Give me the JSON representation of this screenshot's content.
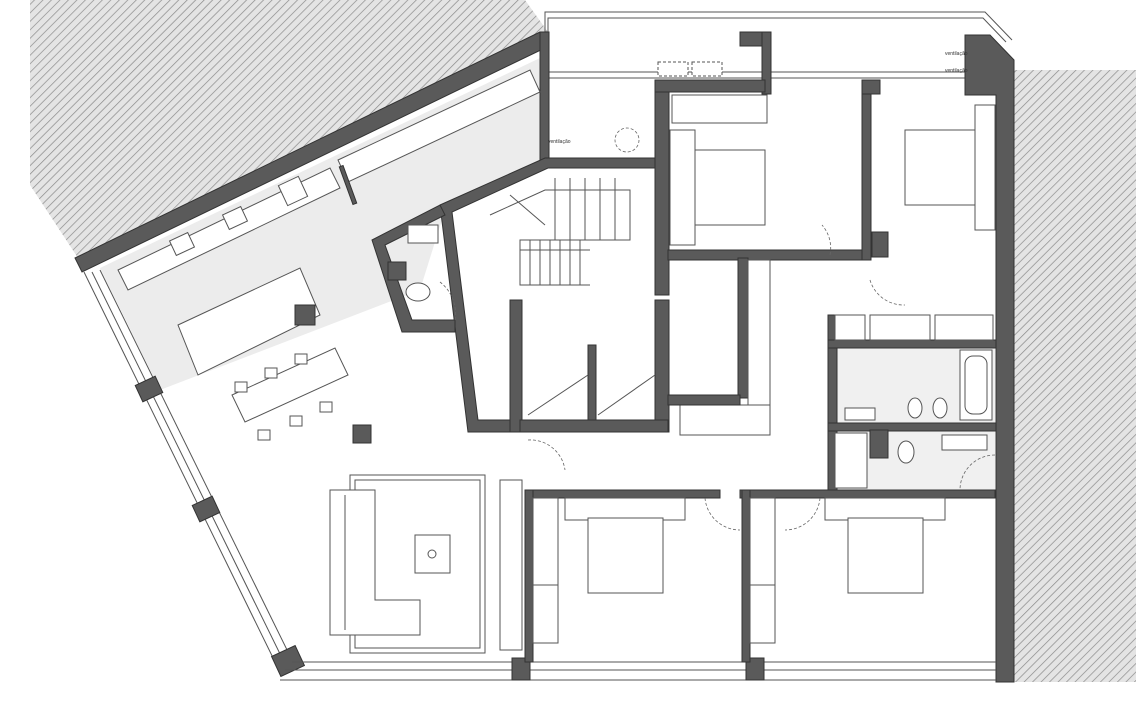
{
  "plan": {
    "labels": {
      "vent_stair": "ventilação",
      "vent_top_1": "ventilação",
      "vent_top_2": "ventilação"
    }
  },
  "colors": {
    "wall": "#5a5a5a",
    "hatch": "#9a9a9a",
    "kitchen_floor": "#ececec",
    "line": "#555555",
    "background": "#ffffff"
  }
}
